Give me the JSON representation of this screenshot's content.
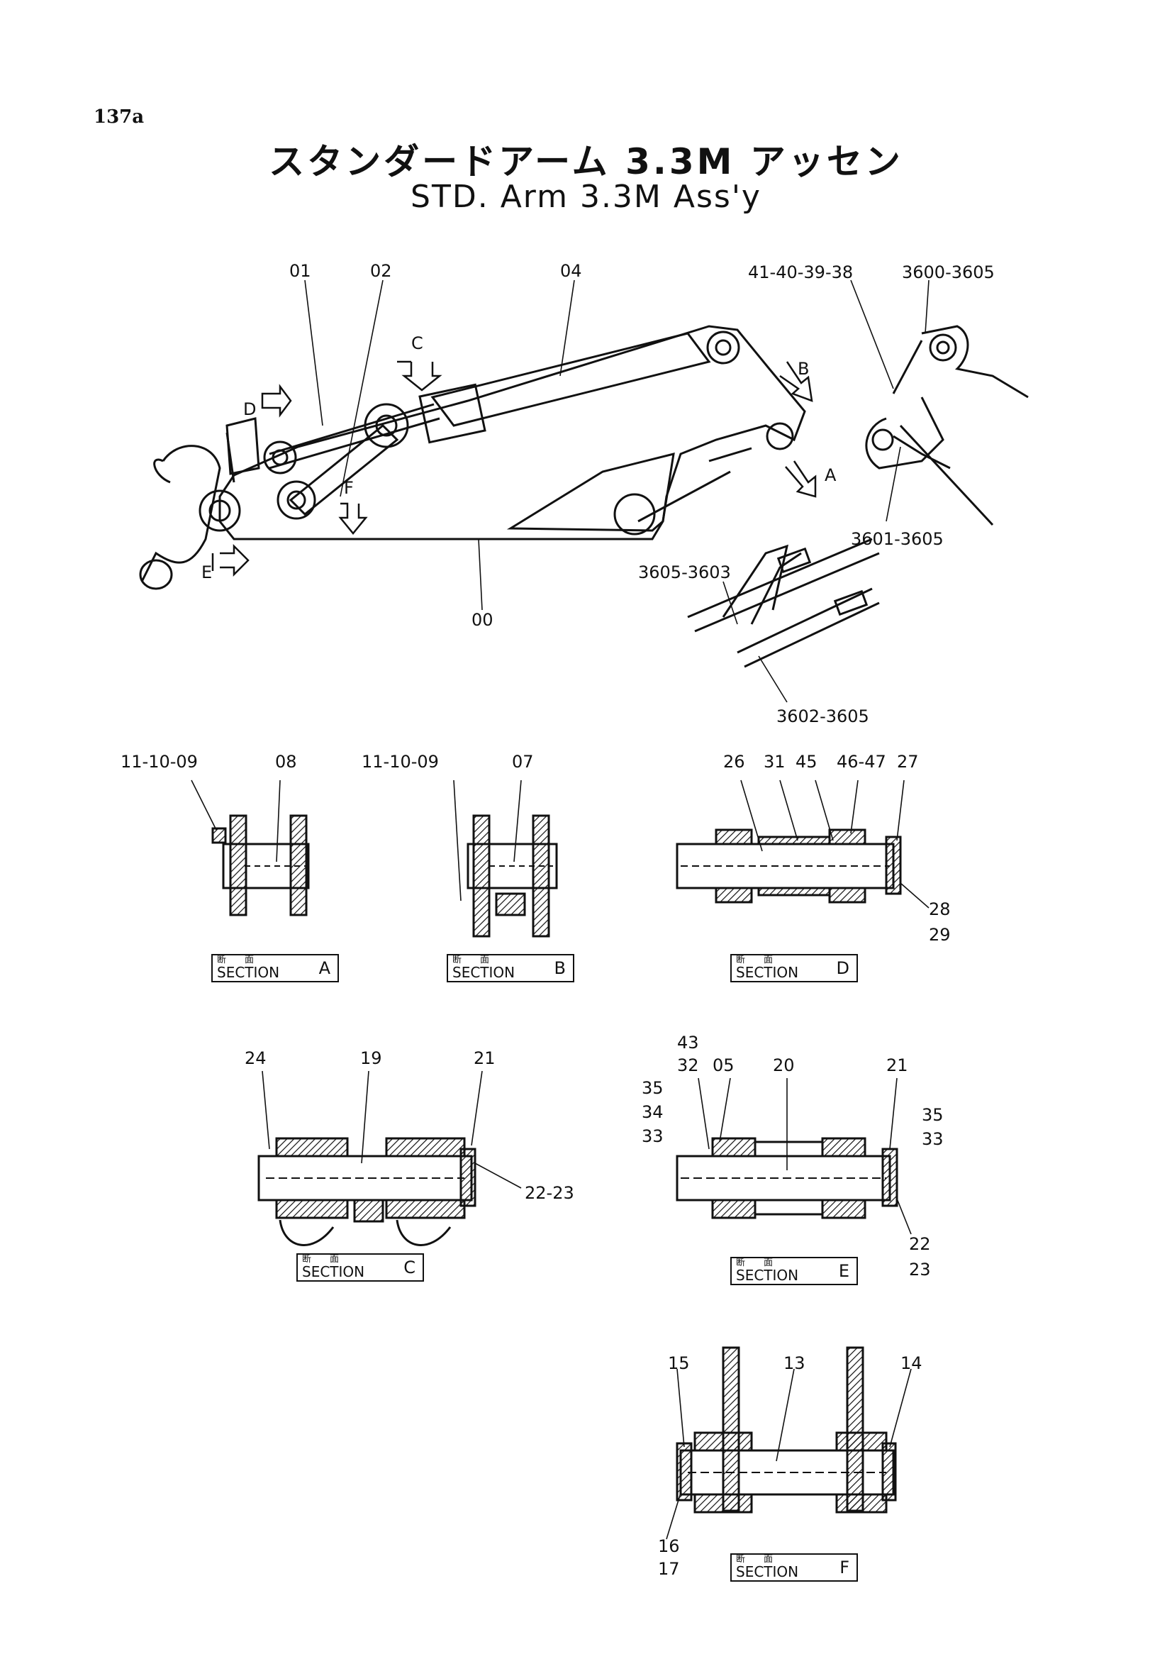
{
  "page_number": "137a",
  "title_jp": "スタンダードアーム 3.3M アッセン",
  "title_en": "STD. Arm 3.3M Ass'y",
  "main_labels": {
    "p01": "01",
    "p02": "02",
    "p04": "04",
    "p00": "00",
    "arrow_a": "A",
    "arrow_b": "B",
    "arrow_c": "C",
    "arrow_d": "D",
    "arrow_e": "E",
    "arrow_f": "F",
    "l4138": "41-40-39-38",
    "l3600": "3600-3605",
    "l3601": "3601-3605",
    "l3605": "3605-3603",
    "l3602": "3602-3605"
  },
  "section_a": {
    "l1": "11-10-09",
    "l2": "08",
    "kanji": "断面",
    "word": "SECTION",
    "letter": "A"
  },
  "section_b": {
    "l1": "11-10-09",
    "l2": "07",
    "kanji": "断面",
    "word": "SECTION",
    "letter": "B"
  },
  "section_d": {
    "l26": "26",
    "l31": "31",
    "l45": "45",
    "l46": "46-47",
    "l27": "27",
    "l28": "28",
    "l29": "29",
    "kanji": "断面",
    "word": "SECTION",
    "letter": "D"
  },
  "section_c": {
    "l24": "24",
    "l19": "19",
    "l21": "21",
    "l22": "22-23",
    "kanji": "断面",
    "word": "SECTION",
    "letter": "C"
  },
  "section_e": {
    "l43": "43",
    "l32": "32",
    "l05": "05",
    "l20": "20",
    "l21": "21",
    "l35a": "35",
    "l34": "34",
    "l33a": "33",
    "l35b": "35",
    "l33b": "33",
    "l22": "22",
    "l23": "23",
    "kanji": "断面",
    "word": "SECTION",
    "letter": "E"
  },
  "section_f": {
    "l15": "15",
    "l13": "13",
    "l14": "14",
    "l16": "16",
    "l17": "17",
    "kanji": "断面",
    "word": "SECTION",
    "letter": "F"
  }
}
